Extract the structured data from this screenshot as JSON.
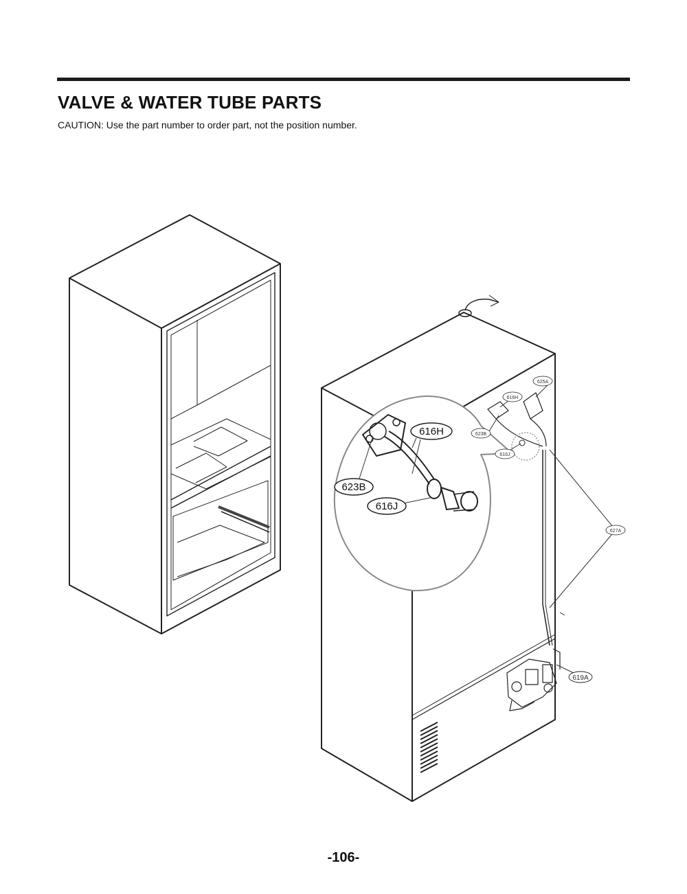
{
  "header": {
    "title": "VALVE & WATER TUBE PARTS",
    "caution": "CAUTION: Use the part number to order part, not the position number."
  },
  "diagram": {
    "detail_callouts": {
      "part_616H": "616H",
      "part_623B": "623B",
      "part_616J": "616J"
    },
    "small_callouts": {
      "part_625A": "625A",
      "part_616H": "616H",
      "part_623B": "623B",
      "part_616J": "616J",
      "part_627A": "627A",
      "part_619A": "619A"
    }
  },
  "footer": {
    "page_number": "-106-"
  }
}
